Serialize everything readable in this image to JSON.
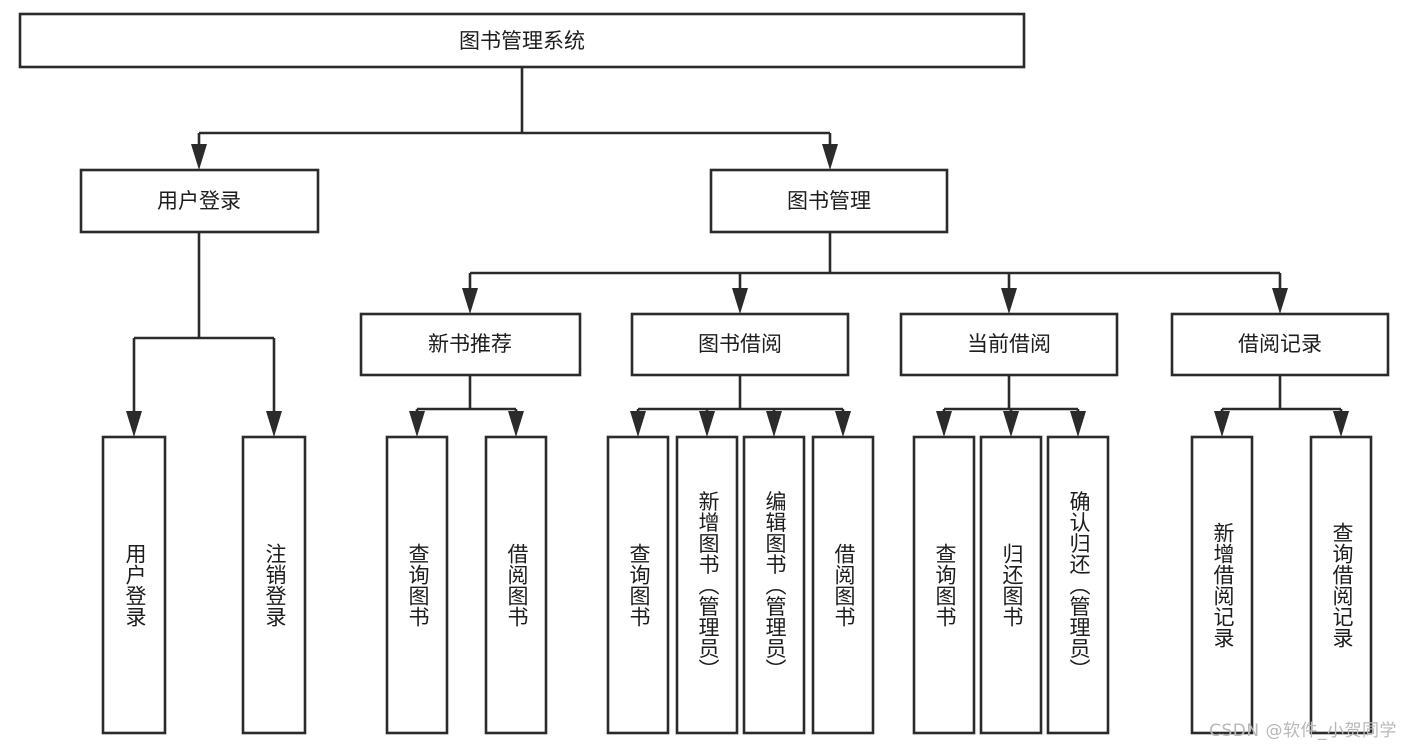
{
  "diagram": {
    "type": "tree-hierarchy",
    "title": "图书管理系统",
    "orientation": "top-down",
    "watermark": "CSDN @软件_小贺同学",
    "colors": {
      "box_fill": "#ffffff",
      "box_stroke": "#2b2b2b",
      "text": "#1d1d1d",
      "background": "#ffffff",
      "watermark": "#b8b8b8"
    },
    "root": {
      "label": "图书管理系统"
    },
    "level2": [
      {
        "label": "用户登录"
      },
      {
        "label": "图书管理"
      }
    ],
    "level3": [
      {
        "label": "新书推荐"
      },
      {
        "label": "图书借阅"
      },
      {
        "label": "当前借阅"
      },
      {
        "label": "借阅记录"
      }
    ],
    "leaves_user_login": [
      {
        "label": "用户登录"
      },
      {
        "label": "注销登录"
      }
    ],
    "leaves_new_book": [
      {
        "label": "查询图书"
      },
      {
        "label": "借阅图书"
      }
    ],
    "leaves_borrow": [
      {
        "label": "查询图书"
      },
      {
        "label": "新增图书（管理员）"
      },
      {
        "label": "编辑图书（管理员）"
      },
      {
        "label": "借阅图书"
      }
    ],
    "leaves_current": [
      {
        "label": "查询图书"
      },
      {
        "label": "归还图书"
      },
      {
        "label": "确认归还（管理员）"
      }
    ],
    "leaves_record": [
      {
        "label": "新增借阅记录"
      },
      {
        "label": "查询借阅记录"
      }
    ]
  }
}
